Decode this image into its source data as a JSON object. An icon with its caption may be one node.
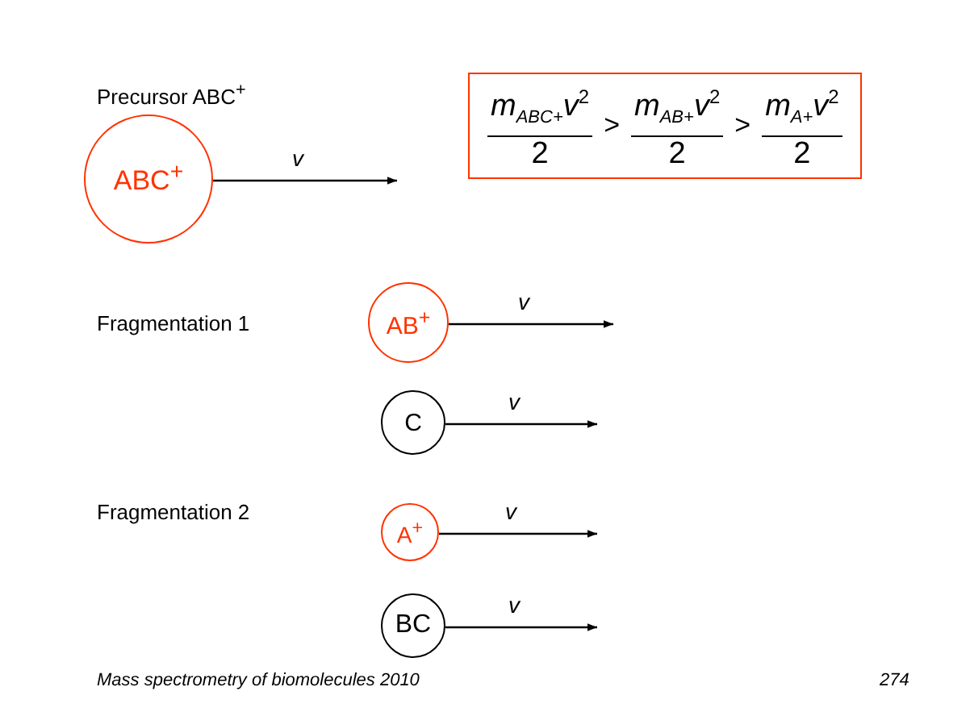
{
  "diagram": {
    "caption": "Mass spectrometry of biomolecules 2010",
    "nodes": [
      {
        "text": [
          "ABC$^{+}$"
        ]
      },
      {
        "text": [
          "m$_{ABC+}$v$^{2}$",
          "2",
          ">",
          "m$_{AB+}$v$^{2}$",
          "2",
          ">",
          "m$_{A+}$v$^{2}$",
          "2"
        ]
      },
      {
        "text": [
          "AB$^{+}$"
        ]
      },
      {
        "text": [
          "C"
        ]
      },
      {
        "text": [
          "A$^{+}$"
        ]
      },
      {
        "text": [
          "BC"
        ]
      }
    ],
    "edges": [
      {
        "from": 0,
        "to": null,
        "arrow": "to",
        "label": "v"
      },
      {
        "from": 2,
        "to": null,
        "arrow": "to",
        "label": "v"
      },
      {
        "from": 3,
        "to": null,
        "arrow": "to",
        "label": "v"
      },
      {
        "from": 4,
        "to": null,
        "arrow": "to",
        "label": "v"
      },
      {
        "from": 5,
        "to": null,
        "arrow": "to",
        "label": "v"
      }
    ],
    "labels": [
      "Precursor ABC$^{+}$",
      "Fragmentation 1",
      "Fragmentation 2",
      "274"
    ]
  }
}
